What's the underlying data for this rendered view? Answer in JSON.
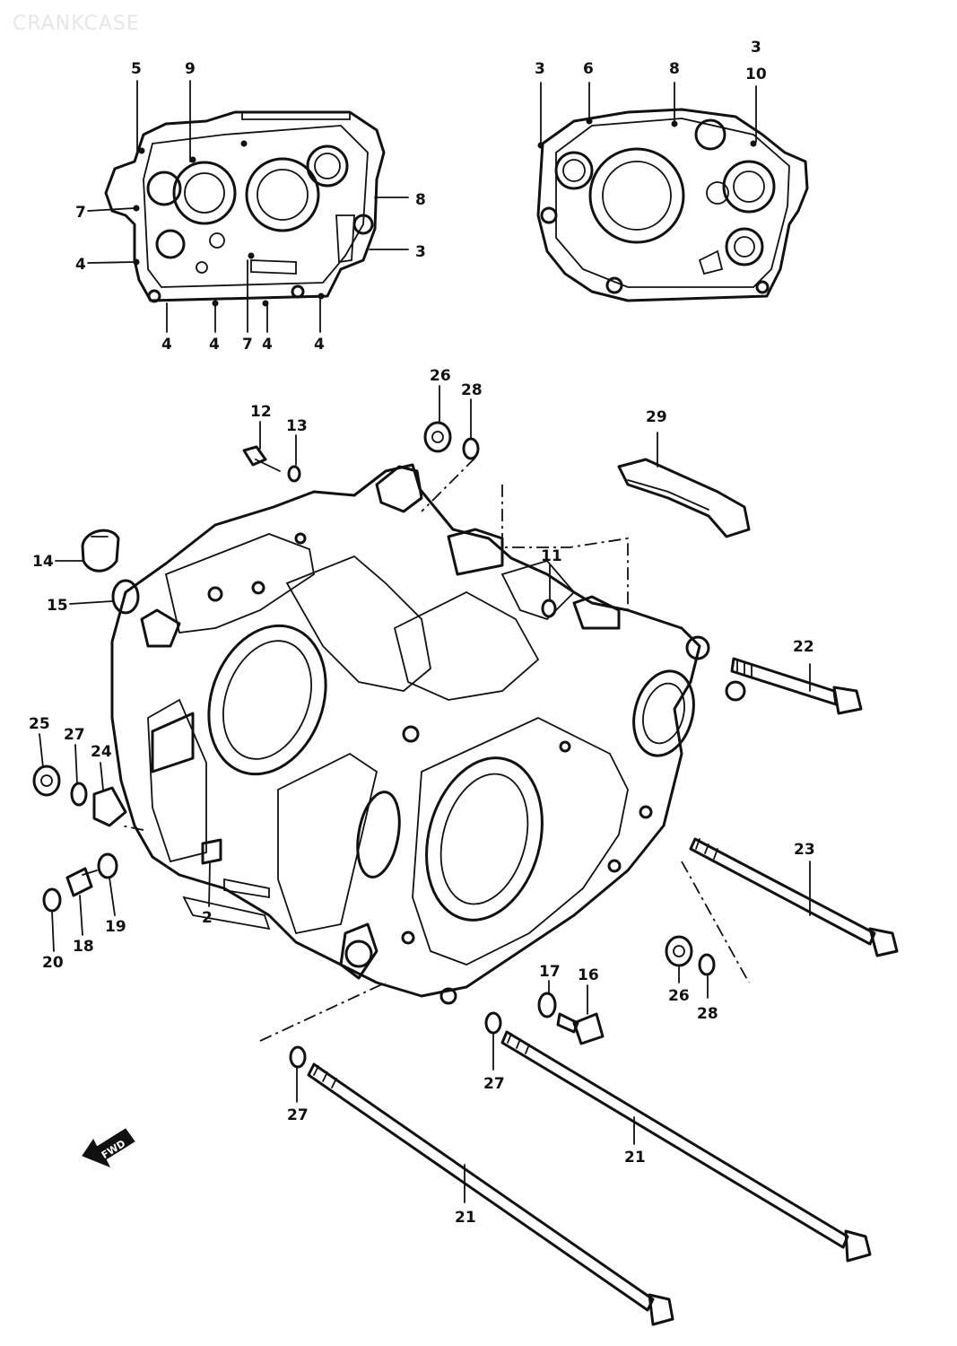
{
  "watermark": "CRANKCASE",
  "fwd_label": "FWD",
  "callouts": {
    "c_5_top": "5",
    "c_9_top": "9",
    "c_7_left": "7",
    "c_4_left": "4",
    "c_4_b1": "4",
    "c_4_b2": "4",
    "c_7_b": "7",
    "c_4_b3": "4",
    "c_4_b4": "4",
    "c_8_right": "8",
    "c_3_right": "3",
    "c_3_tl": "3",
    "c_6": "6",
    "c_8_r": "8",
    "c_3_tr": "3",
    "c_10": "10",
    "c_26_top": "26",
    "c_28_top": "28",
    "c_29": "29",
    "c_12": "12",
    "c_13": "13",
    "c_14": "14",
    "c_15": "15",
    "c_11": "11",
    "c_22": "22",
    "c_25": "25",
    "c_27_l": "27",
    "c_24": "24",
    "c_2": "2",
    "c_19": "19",
    "c_18": "18",
    "c_20": "20",
    "c_23": "23",
    "c_17": "17",
    "c_16": "16",
    "c_26_r": "26",
    "c_28_r": "28",
    "c_27_m": "27",
    "c_27_b": "27",
    "c_21_r": "21",
    "c_21_l": "21"
  },
  "icons": [
    "fwd-arrow-icon"
  ]
}
